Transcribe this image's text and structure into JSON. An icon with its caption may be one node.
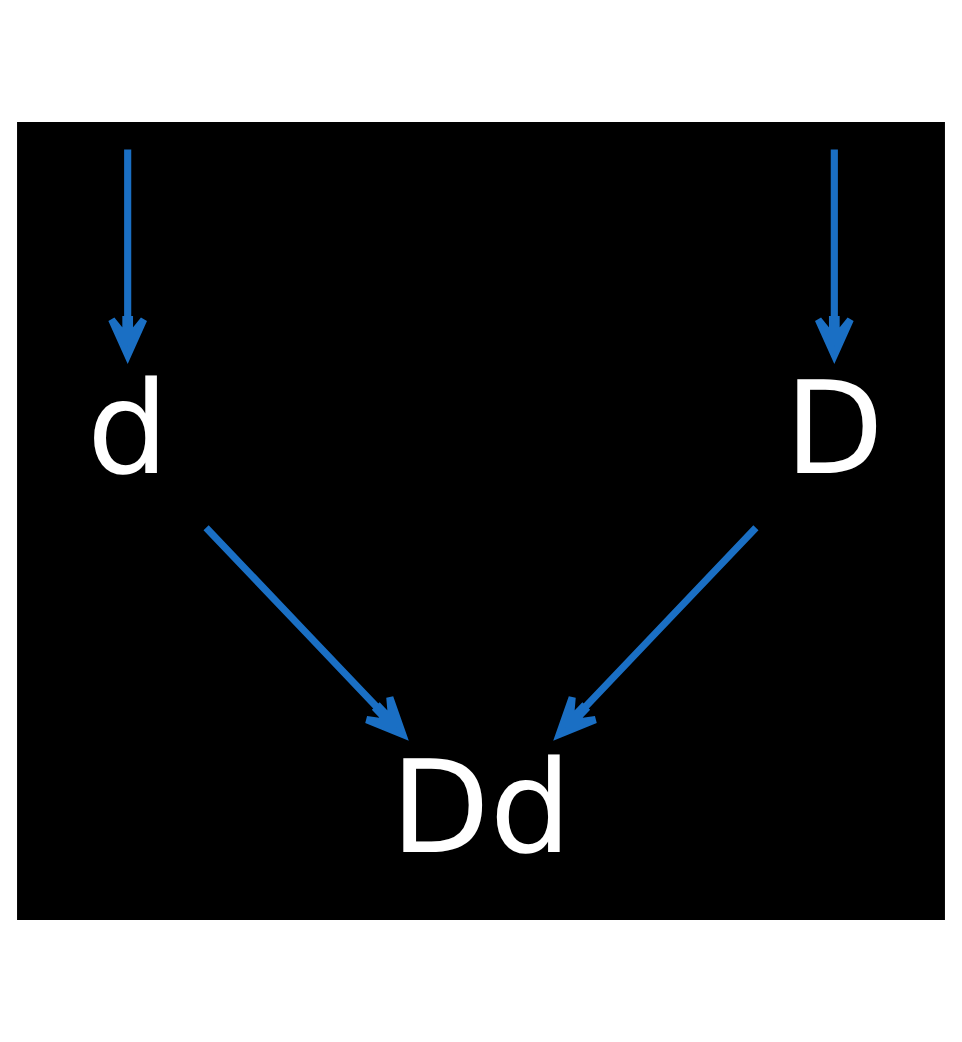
{
  "diagram": {
    "nodes": [
      {
        "text": [
          "D"
        ]
      },
      {
        "text": [
          "d"
        ]
      },
      {
        "text": [
          "Dd"
        ]
      }
    ],
    "edges": [
      {
        "from": null,
        "to": 0,
        "arrow": "to"
      },
      {
        "from": null,
        "to": 1,
        "arrow": "to"
      },
      {
        "from": 0,
        "to": 2,
        "arrow": "to"
      },
      {
        "from": 1,
        "to": 2,
        "arrow": "to"
      }
    ]
  }
}
